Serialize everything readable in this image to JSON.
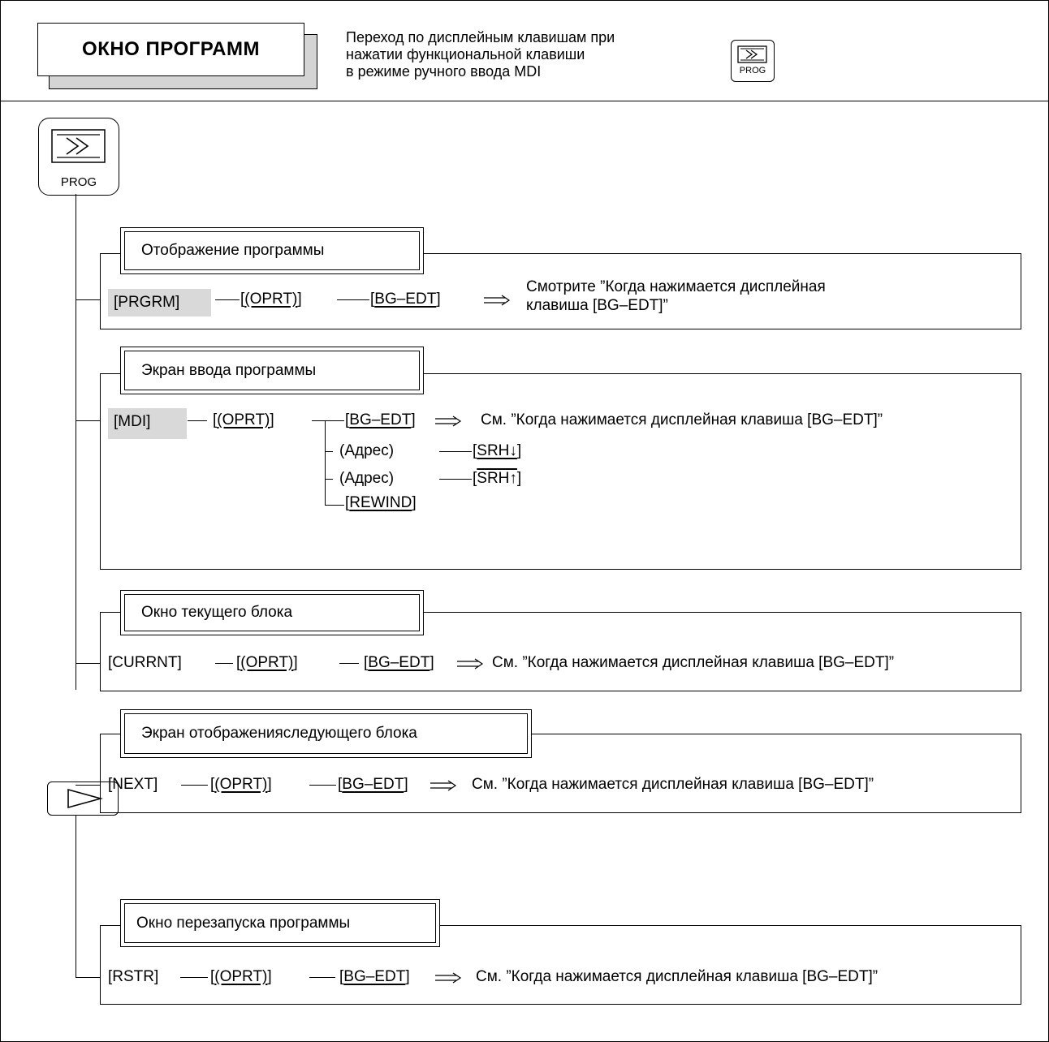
{
  "header": {
    "title": "ОКНО ПРОГРАММ",
    "desc_line1": "Переход по дисплейным клавишам при",
    "desc_line2": "нажатии функциональной клавиши",
    "desc_line3": "в режиме ручного ввода MDI",
    "key_label": "PROG"
  },
  "prog_key": {
    "label": "PROG",
    "icon": "prog-icon"
  },
  "next_key": {
    "icon": "continue-triangle-icon"
  },
  "sections": {
    "program_display": {
      "title": "Отображение программы",
      "key1": "[PRGRM]",
      "key2": "[(OPRT)]",
      "key3": "[BG–EDT]",
      "ref_line1": "Смотрите ”Когда нажимается дисплейная",
      "ref_line2": "клавиша [BG–EDT]”"
    },
    "program_input": {
      "title": "Экран ввода программы",
      "key1": "[MDI]",
      "key2": "[(OPRT)]",
      "key3": "[BG–EDT]",
      "ref": "См. ”Когда нажимается дисплейная клавиша [BG–EDT]”",
      "addr1": "(Адрес)",
      "srh_down": "[SRH↓]",
      "addr2": "(Адрес)",
      "srh_up": "[SRH↑]",
      "rewind": "[REWIND]"
    },
    "current_block": {
      "title": "Окно текущего блока",
      "key1": "[CURRNT]",
      "key2": "[(OPRT)]",
      "key3": "[BG–EDT]",
      "ref": "См. ”Когда нажимается дисплейная клавиша [BG–EDT]”"
    },
    "next_block": {
      "title": "Экран отображенияследующего блока",
      "key1": "[NEXT]",
      "key2": "[(OPRT)]",
      "key3": "[BG–EDT]",
      "ref": "См. ”Когда нажимается дисплейная клавиша [BG–EDT]”"
    },
    "restart": {
      "title": "Окно перезапуска программы",
      "key1": "[RSTR]",
      "key2": "[(OPRT)]",
      "key3": "[BG–EDT]",
      "ref": "См. ”Когда нажимается дисплейная клавиша [BG–EDT]”"
    }
  }
}
